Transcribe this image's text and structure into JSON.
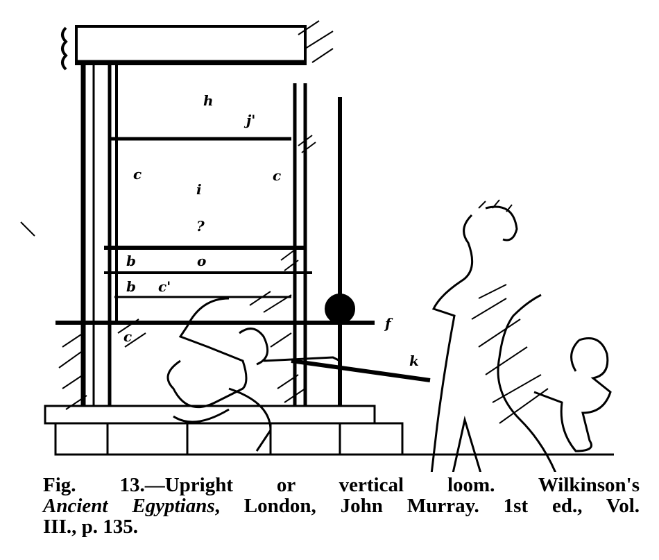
{
  "figure": {
    "labels": {
      "h": "h",
      "j_prime": "j'",
      "c_left": "c",
      "i": "i",
      "c_right": "c",
      "q": "?",
      "b_upper": "b",
      "o": "o",
      "b_lower": "b",
      "c_prime": "c'",
      "c_lower": "c",
      "f": "f",
      "k": "k"
    }
  },
  "caption": {
    "line1": "Fig. 13.—Upright or vertical loom. Wilkinson's",
    "title_italic": "Ancient Egyptians",
    "line2_rest": ", London, John Murray. 1st ed., Vol.",
    "line3": "III., p. 135."
  }
}
